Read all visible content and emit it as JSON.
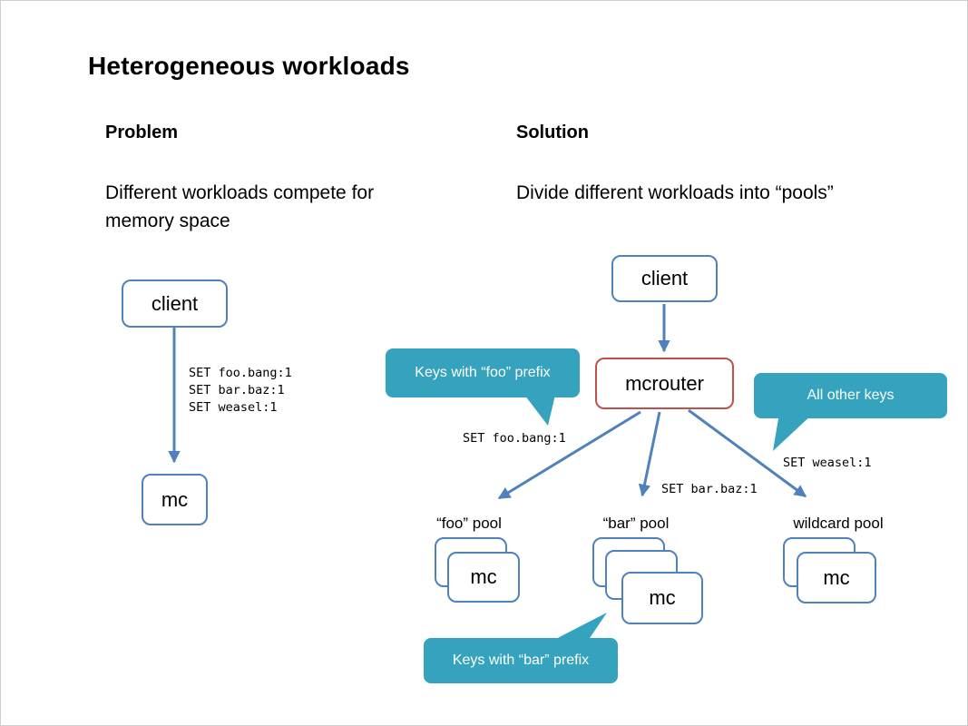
{
  "title": "Heterogeneous workloads",
  "colors": {
    "accent_blue": "#4f81bd",
    "accent_red": "#c0504d",
    "accent_teal": "#35a3bd"
  },
  "problem": {
    "heading": "Problem",
    "body": "Different workloads compete for memory space",
    "client_label": "client",
    "set_commands": "SET foo.bang:1\nSET bar.baz:1\nSET weasel:1",
    "mc_label": "mc"
  },
  "solution": {
    "heading": "Solution",
    "body": "Divide different workloads into “pools”",
    "client_label": "client",
    "mcrouter_label": "mcrouter",
    "callout_foo_prefix": "Keys with “foo” prefix",
    "callout_all_other": "All other keys",
    "callout_bar_prefix": "Keys with “bar” prefix",
    "set_foo": "SET foo.bang:1",
    "set_bar": "SET bar.baz:1",
    "set_weasel": "SET weasel:1",
    "pool_foo": "“foo” pool",
    "pool_bar": "“bar” pool",
    "pool_wildcard": "wildcard pool",
    "mc_label": "mc"
  }
}
